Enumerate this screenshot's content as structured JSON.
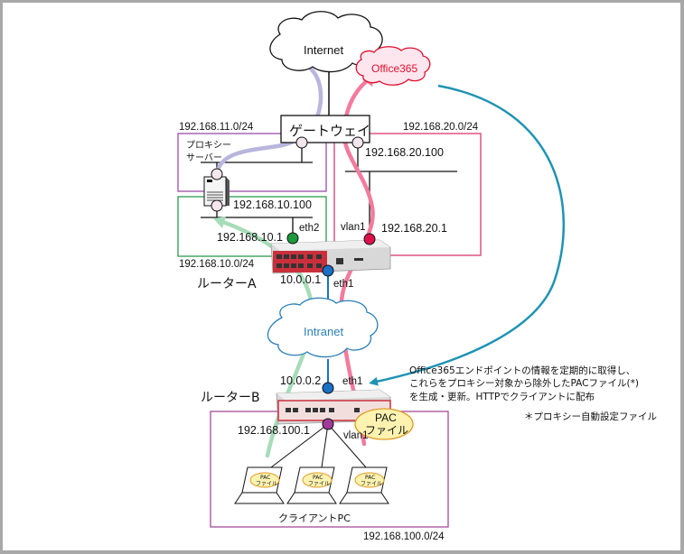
{
  "colors": {
    "proxy_path": "#b9b5dd",
    "office_path": "#f27b9e",
    "local_path": "#a7dcb9",
    "pac_fetch_arrow": "#1f93b3",
    "intranet_text": "#2a7fb8",
    "office_text": "#e0102f",
    "proxy_segment_border": "#9b4fa8",
    "server_segment_border": "#2b9a4b",
    "office_segment_border": "#d93a6e",
    "client_segment_border": "#a34b9a",
    "eth2_port": "#1a9a3c",
    "vlan1_port_a": "#e0104d",
    "eth1_port": "#1a70c4",
    "vlan1_port_b": "#a03a9a"
  },
  "clouds": {
    "internet": "Internet",
    "office365": "Office365",
    "intranet": "Intranet"
  },
  "gateway": {
    "label": "ゲートウェイ"
  },
  "networks": {
    "proxy_segment": "192.168.11.0/24",
    "office_segment": "192.168.20.0/24",
    "server_segment": "192.168.10.0/24",
    "client_segment": "192.168.100.0/24"
  },
  "proxy_server": {
    "label_line1": "プロキシー",
    "label_line2": "サーバー",
    "ip": "192.168.10.100"
  },
  "gateway_port_ip": "192.168.20.100",
  "router_a": {
    "name": "ルーターA",
    "eth2_label": "eth2",
    "eth2_ip": "192.168.10.1",
    "vlan1_label": "vlan1",
    "vlan1_ip": "192.168.20.1",
    "eth1_label": "eth1",
    "eth1_ip": "10.0.0.1"
  },
  "router_b": {
    "name": "ルーターB",
    "eth1_label": "eth1",
    "eth1_ip": "10.0.0.2",
    "vlan1_label": "vlan1",
    "vlan1_ip": "192.168.100.1",
    "pac_badge_line1": "PAC",
    "pac_badge_line2": "ファイル"
  },
  "clients": {
    "label": "クライアントPC",
    "pac_line1": "PAC",
    "pac_line2": "ファイル",
    "count": 3
  },
  "annotation": {
    "line1": "Office365エンドポイントの情報を定期的に取得し、",
    "line2": "これらをプロキシー対象から除外したPACファイル(*)",
    "line3": "を生成・更新。HTTPでクライアントに配布",
    "footnote": "＊プロキシー自動設定ファイル"
  }
}
